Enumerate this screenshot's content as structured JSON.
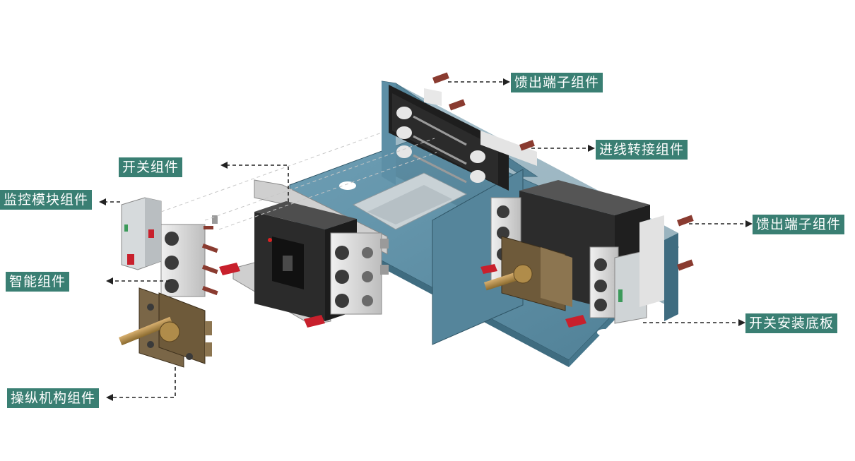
{
  "labels": {
    "feed_terminal_top": "馈出端子组件",
    "incoming_adapter": "进线转接组件",
    "switch_assembly": "开关组件",
    "monitor_module": "监控模块组件",
    "feed_terminal_right": "馈出端子组件",
    "smart_assembly": "智能组件",
    "switch_mount_plate": "开关安装底板",
    "operating_mechanism": "操纵机构组件"
  },
  "colors": {
    "label_bg": "#3a7f73",
    "label_text": "#ffffff",
    "chassis_blue": "#5d8fa6",
    "breaker_dark": "#2e2e2e",
    "terminal_gray": "#d8d8d8",
    "copper": "#8a3b30",
    "brass": "#b08c4a",
    "red_tab": "#c8202c"
  }
}
